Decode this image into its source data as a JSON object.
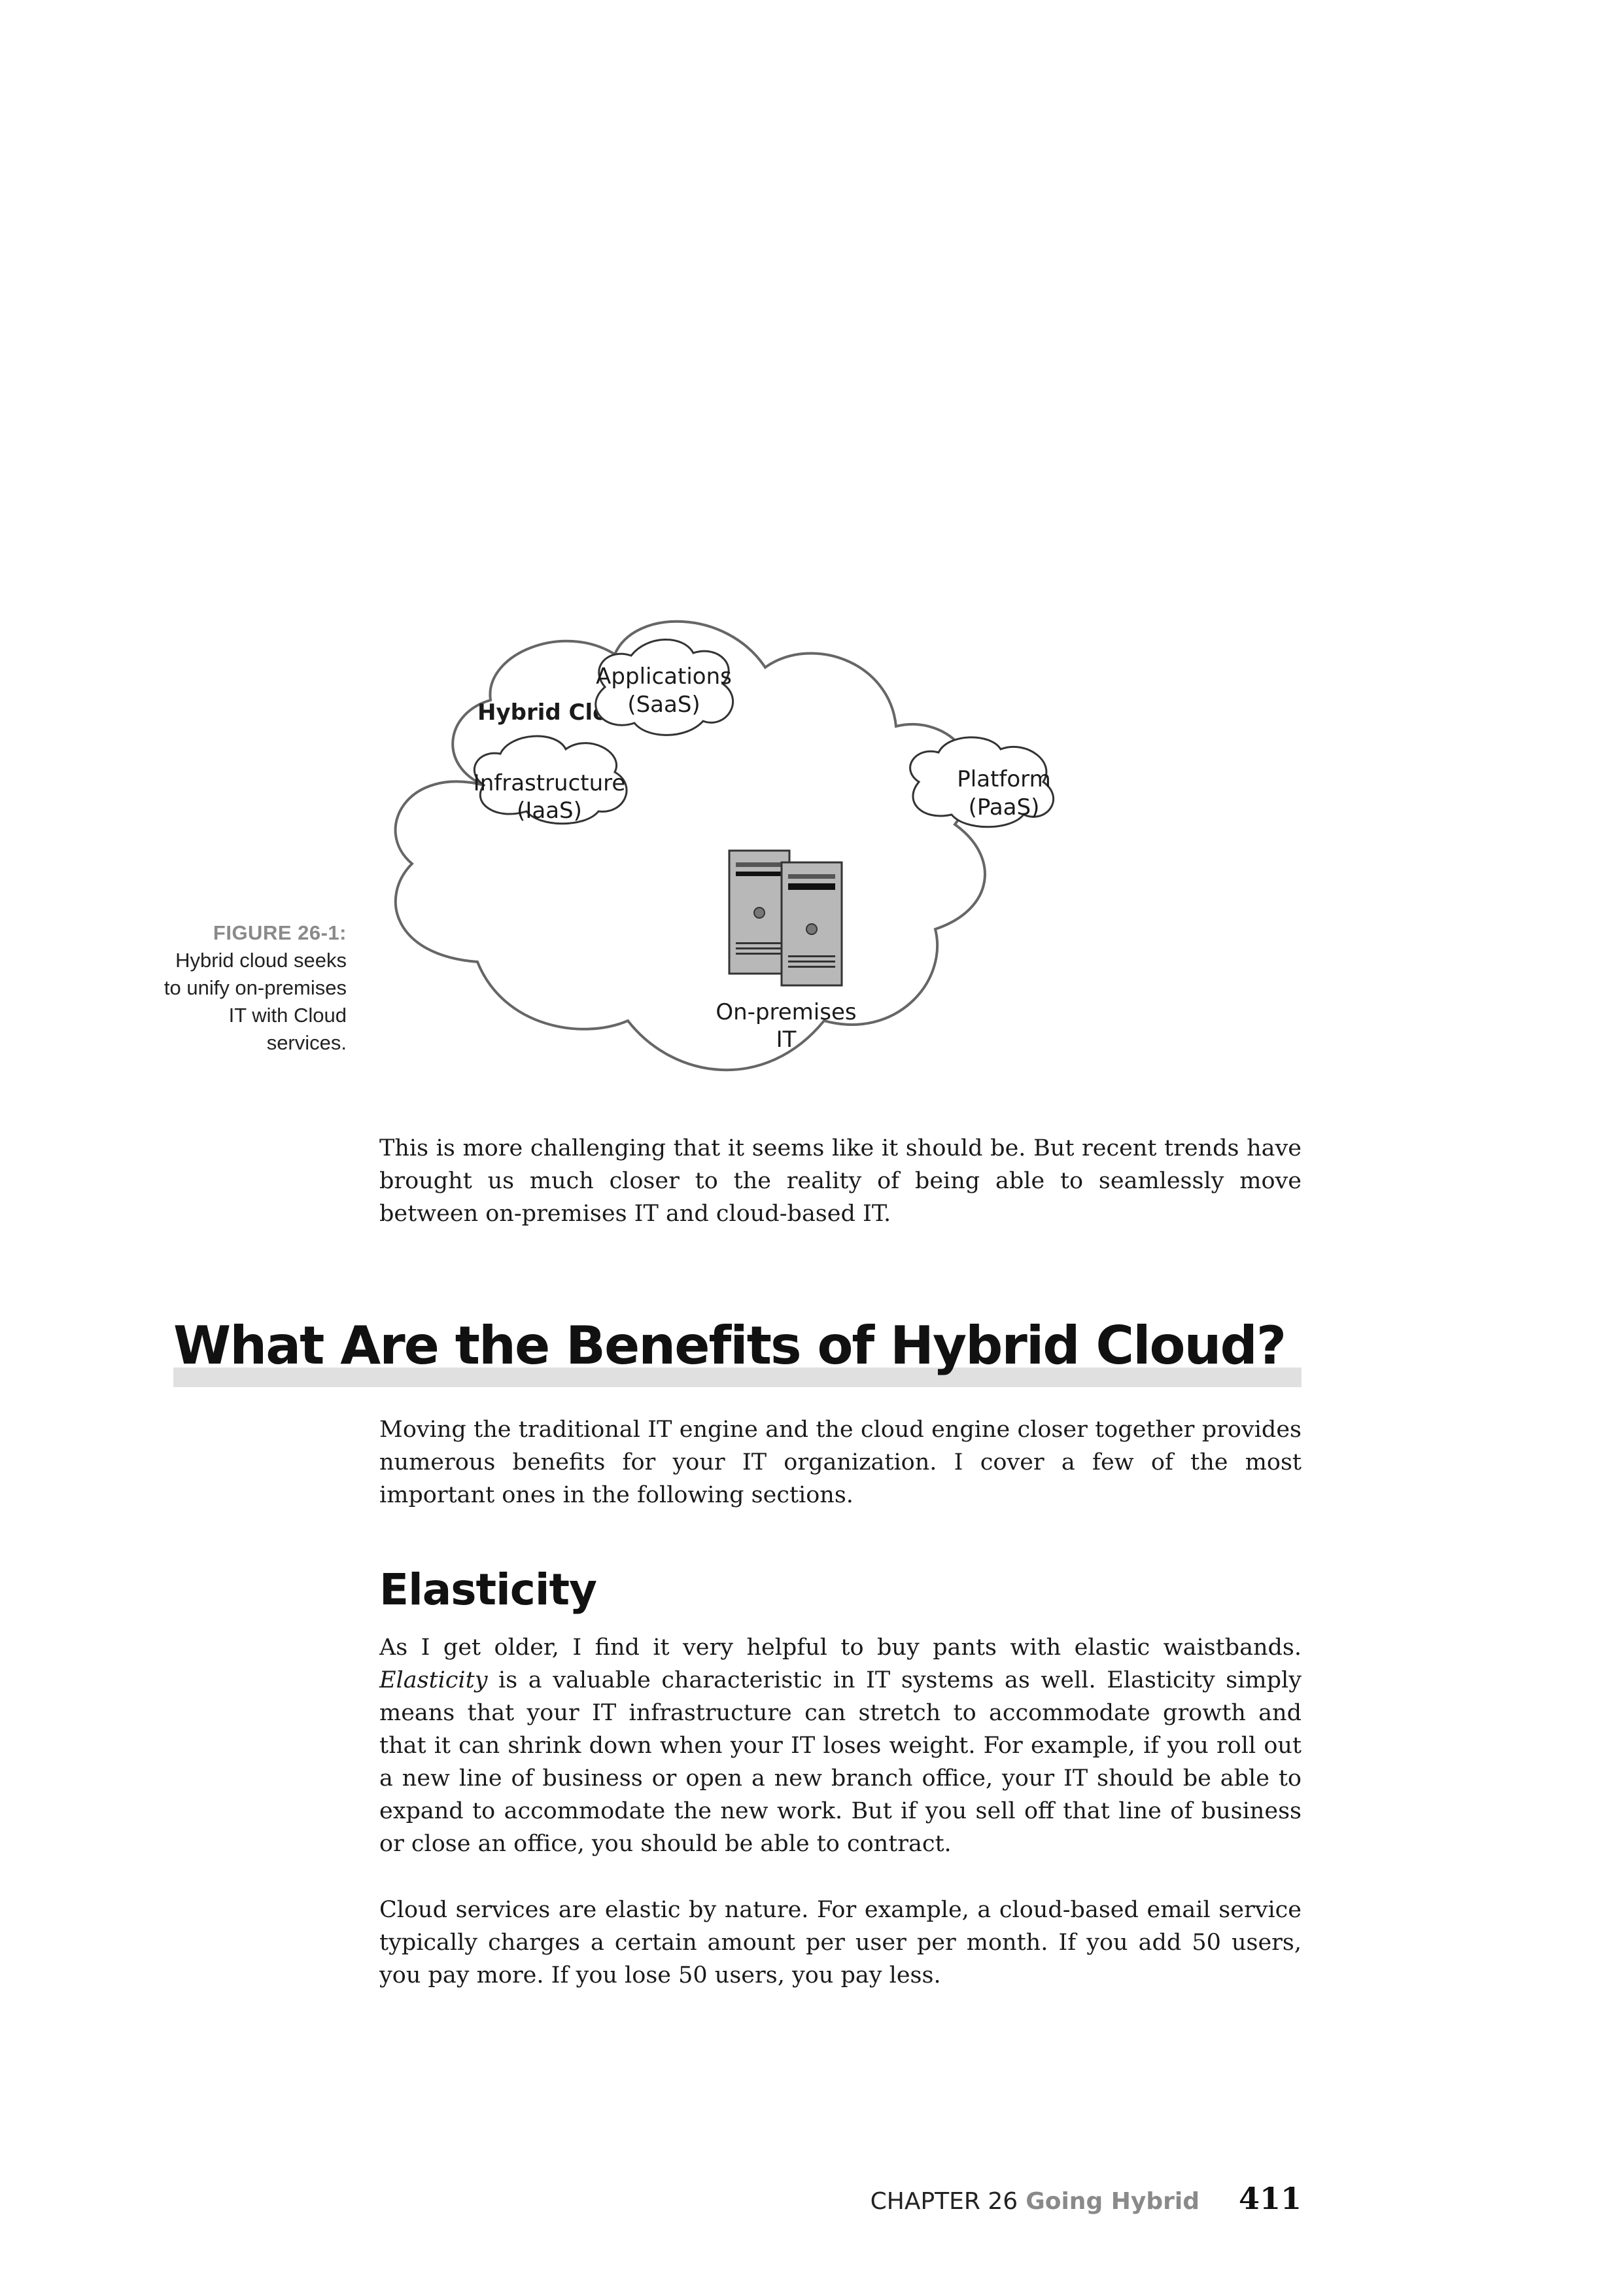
{
  "figure": {
    "title": "Hybrid Cloud",
    "clouds": [
      {
        "line1": "Applications",
        "line2": "(SaaS)"
      },
      {
        "line1": "Infrastructure",
        "line2": "(IaaS)"
      },
      {
        "line1": "Platform",
        "line2": "(PaaS)"
      }
    ],
    "onprem": {
      "line1": "On-premises",
      "line2": "IT"
    },
    "icons": [
      "server-icon"
    ],
    "colors": {
      "outline": "#666666",
      "server_fill": "#b8b8b8"
    }
  },
  "caption": {
    "label": "FIGURE 26-1:",
    "text": "Hybrid cloud seeks to unify on-premises IT with Cloud services."
  },
  "intro_paragraph": "This is more challenging that it seems like it should be. But recent trends have brought us much closer to the reality of being able to seamlessly move between on-premises IT and cloud-based IT.",
  "section": {
    "heading": "What Are the Benefits of Hybrid Cloud?",
    "paragraph": "Moving the traditional IT engine and the cloud engine closer together provides numerous benefits for your IT organization. I cover a few of the most important ones in the following sections."
  },
  "subsection": {
    "heading": "Elasticity",
    "p1_before": "As I get older, I find it very helpful to buy pants with elastic waistbands. ",
    "p1_em": "Elasticity",
    "p1_after": " is a valuable characteristic in IT systems as well. Elasticity simply means that your IT infrastructure can stretch to accommodate growth and that it can shrink down when your IT loses weight. For example, if you roll out a new line of business or open a new branch office, your IT should be able to expand to accommodate the new work. But if you sell off that line of business or close an office, you should be able to contract.",
    "p2": "Cloud services are elastic by nature. For example, a cloud-based email service typically charges a certain amount per user per month. If you add 50 users, you pay more. If you lose 50 users, you pay less."
  },
  "footer": {
    "chapter": "CHAPTER 26",
    "title": "Going Hybrid",
    "page": "411"
  }
}
